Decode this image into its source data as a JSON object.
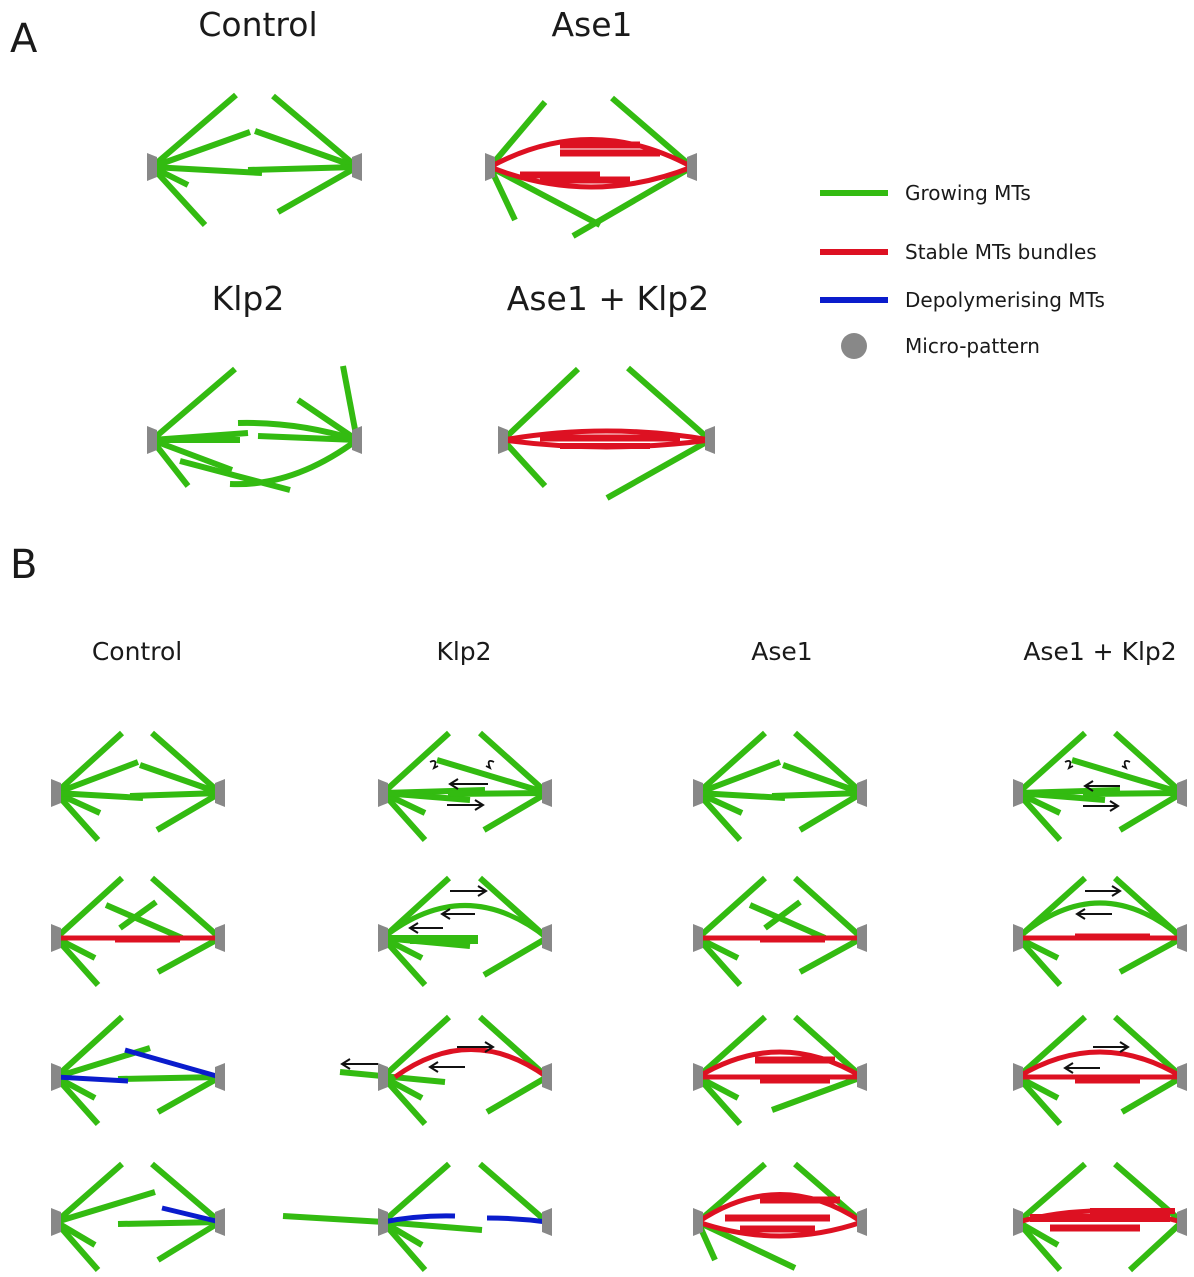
{
  "panel_a": {
    "letter": "A",
    "titles": [
      "Control",
      "Ase1",
      "Klp2",
      "Ase1 + Klp2"
    ]
  },
  "panel_b": {
    "letter": "B",
    "columns": [
      "Control",
      "Klp2",
      "Ase1",
      "Ase1 + Klp2"
    ]
  },
  "legend": {
    "items": [
      {
        "label": "Growing MTs",
        "color": "#33bb11",
        "shape": "line"
      },
      {
        "label": "Stable MTs bundles",
        "color": "#dd1122",
        "shape": "line"
      },
      {
        "label": "Depolymerising MTs",
        "color": "#0a1ccc",
        "shape": "line"
      },
      {
        "label": "Micro-pattern",
        "color": "#888888",
        "shape": "circle"
      }
    ]
  },
  "colors": {
    "growing": "#33bb11",
    "stable": "#dd1122",
    "depolymerising": "#0a1ccc",
    "pattern": "#888888",
    "arrow": "#111111"
  }
}
